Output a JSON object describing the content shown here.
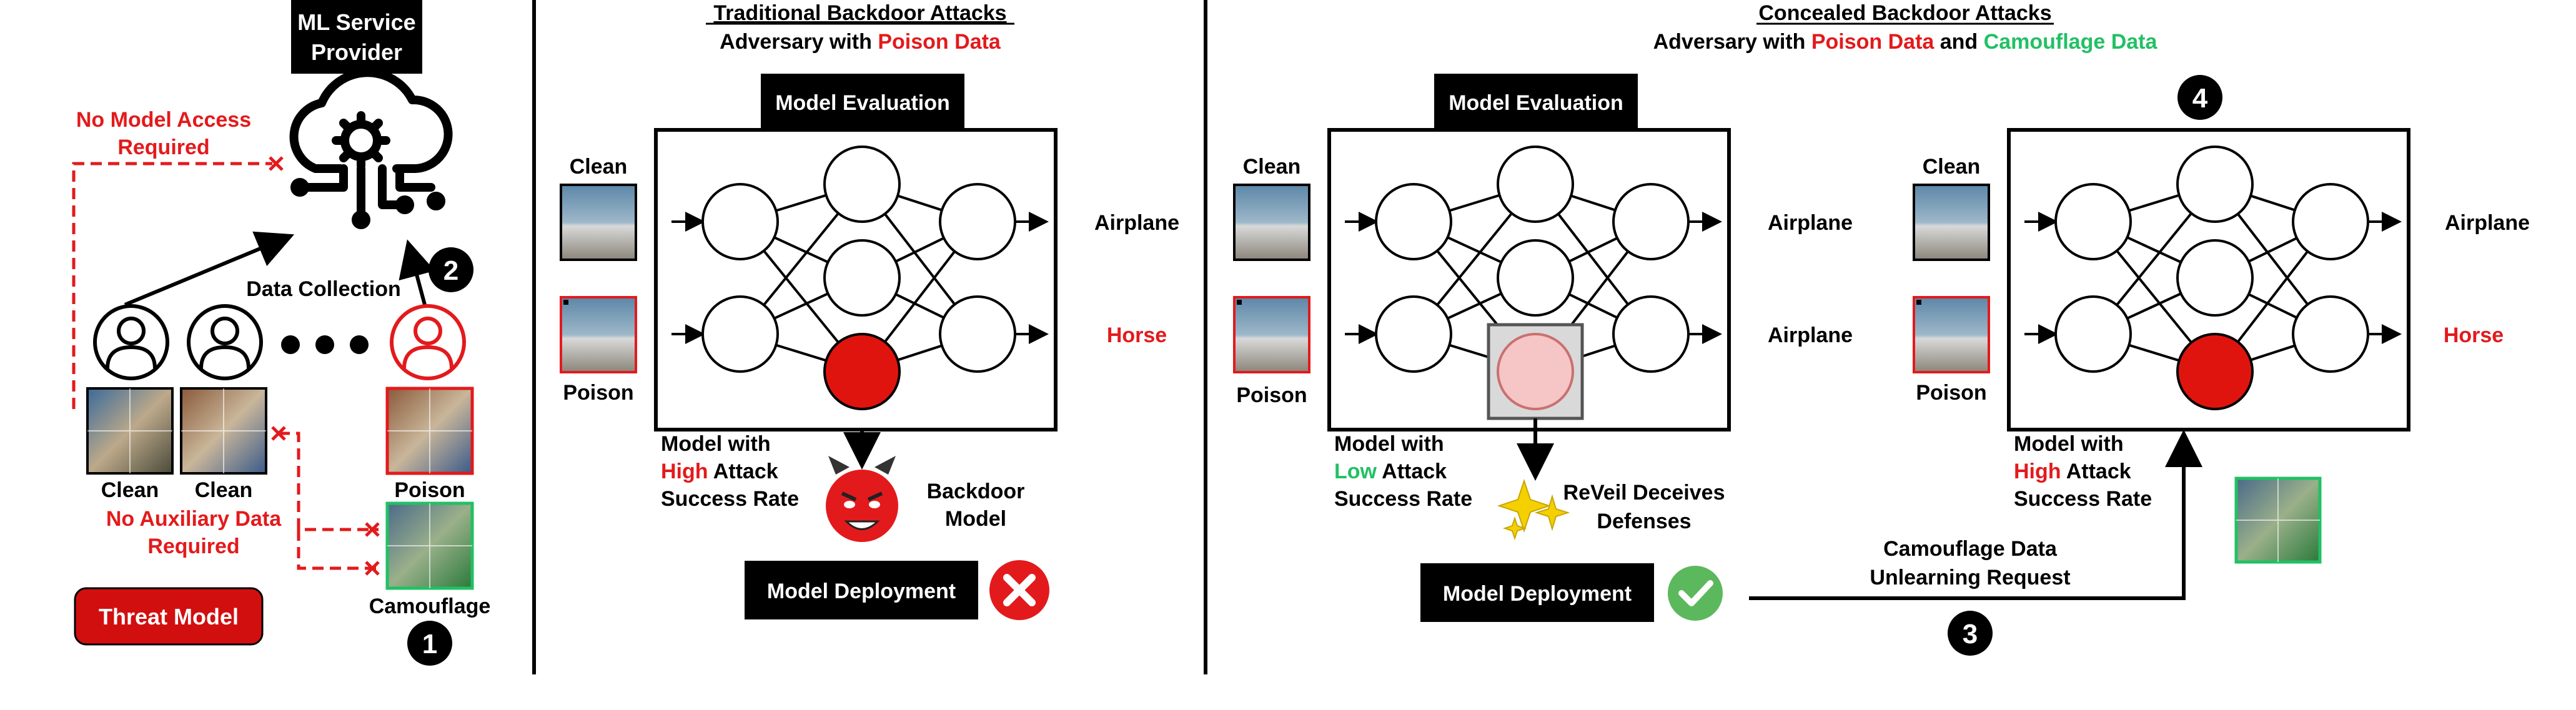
{
  "colors": {
    "red": "#e31a1c",
    "green": "#22c064",
    "black": "#000000",
    "white": "#ffffff",
    "neuron_red": "#e0140e",
    "neuron_pink": "#f6c5c5",
    "box_gray": "#d9d9d9",
    "threat_red": "#d10f0f",
    "check_green": "#5cb85c"
  },
  "left": {
    "provider": [
      "ML Service",
      "Provider"
    ],
    "no_model_access": [
      "No Model Access",
      "Required"
    ],
    "data_collection": "Data Collection",
    "clean1": "Clean",
    "clean2": "Clean",
    "poison": "Poison",
    "no_aux": [
      "No Auxiliary Data",
      "Required"
    ],
    "camouflage": "Camouflage",
    "threat_model": "Threat Model",
    "step1": "1",
    "step2": "2",
    "icons": [
      "cloud-gear-icon",
      "user-icon",
      "attacker-icon"
    ]
  },
  "middle": {
    "title": "Traditional Backdoor Attacks",
    "subtitle_prefix": "Adversary with ",
    "subtitle_red": "Poison Data",
    "model_eval": "Model Evaluation",
    "clean": "Clean",
    "poison": "Poison",
    "out1": "Airplane",
    "out2": "Horse",
    "model_with": [
      "Model with",
      "High",
      " Attack",
      "Success Rate"
    ],
    "backdoor_model": [
      "Backdoor",
      "Model"
    ],
    "deploy": "Model Deployment",
    "icons": [
      "devil-icon",
      "cross-icon"
    ]
  },
  "right": {
    "title": "Concealed Backdoor Attacks",
    "subtitle_prefix": "Adversary with ",
    "subtitle_red": "Poison Data",
    "subtitle_mid": " and ",
    "subtitle_green": "Camouflage Data",
    "model_eval": "Model Evaluation",
    "clean": "Clean",
    "poison": "Poison",
    "out1": "Airplane",
    "out2": "Airplane",
    "model_with": [
      "Model with",
      "Low",
      " Attack",
      "Success Rate"
    ],
    "deceives": [
      "ReVeil Deceives",
      "Defenses"
    ],
    "deploy": "Model Deployment",
    "unlearn": [
      "Camouflage Data",
      "Unlearning Request"
    ],
    "step3": "3",
    "step4": "4",
    "clean2": "Clean",
    "poison2": "Poison",
    "out3": "Airplane",
    "out4": "Horse",
    "model_with2": [
      "Model with",
      "High",
      " Attack",
      "Success Rate"
    ],
    "icons": [
      "sparkle-icon",
      "check-icon"
    ]
  }
}
